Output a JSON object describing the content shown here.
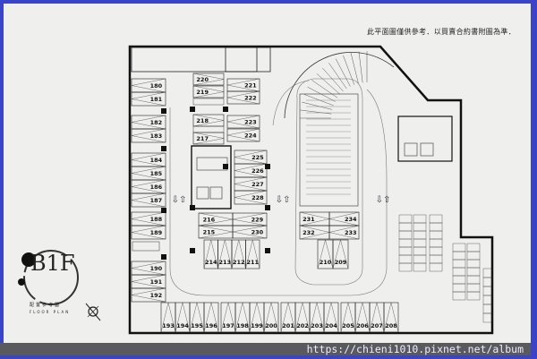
{
  "note": "此平面圖僅供參考．以買賣合約書附圖為準．",
  "floor_label": "B1F",
  "floor_plan_title_cn": "配置參考圖",
  "floor_plan_title_en": "FLOOR PLAN",
  "watermark_url": "https://chieni1010.pixnet.net/album",
  "colors": {
    "frame": "#3b43c8",
    "paper": "#efefed",
    "wall": "#111111",
    "url_bar": "#585a5e",
    "accent_bottom": "#1c2460"
  },
  "icons": [
    "ink-circle-logo",
    "north-compass-icon",
    "direction-arrow-icon",
    "accessible-parking-icon",
    "elevator-icon",
    "stair-icon"
  ],
  "stalls": {
    "left_column": [
      "180",
      "181",
      "182",
      "183",
      "184",
      "185",
      "186",
      "187",
      "188",
      "189",
      "190",
      "191",
      "192"
    ],
    "upper_block_left": [
      "220",
      "219",
      "218",
      "217"
    ],
    "upper_block_right": [
      "221",
      "222",
      "223",
      "224"
    ],
    "core_right": [
      "225",
      "226",
      "227",
      "228"
    ],
    "lower_pair_left": [
      "216",
      "215"
    ],
    "lower_pair_right": [
      "229",
      "230"
    ],
    "lower_vertical": [
      "214",
      "213",
      "212",
      "211"
    ],
    "bottom_row": [
      "193",
      "194",
      "195",
      "196",
      "197",
      "198",
      "199",
      "200",
      "201",
      "202",
      "203",
      "204",
      "205",
      "206",
      "207",
      "208"
    ],
    "center_left": [
      "231",
      "232"
    ],
    "center_right": [
      "234",
      "233"
    ],
    "center_vertical": [
      "210",
      "209"
    ]
  },
  "accessible_stalls": [
    "219",
    "218",
    "217"
  ]
}
